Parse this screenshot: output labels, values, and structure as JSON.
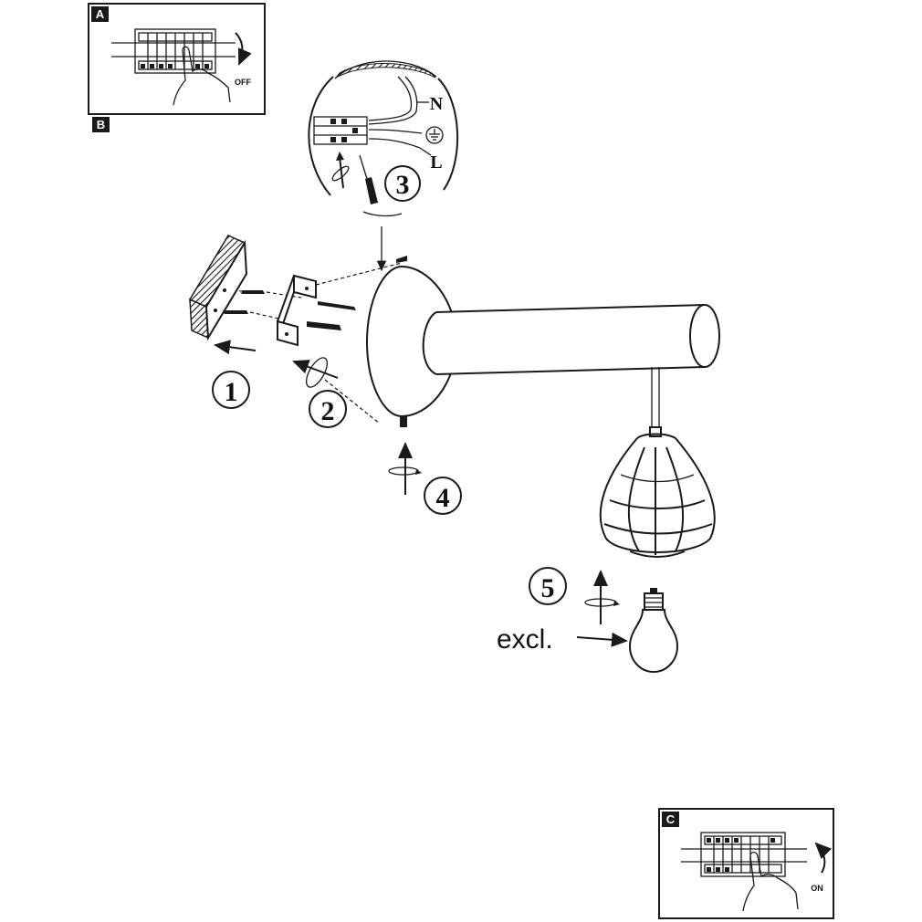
{
  "panels": {
    "a": {
      "letter": "A",
      "switch_label": "OFF"
    },
    "b": {
      "letter": "B"
    },
    "c": {
      "letter": "C",
      "switch_label": "ON"
    }
  },
  "wiring": {
    "labels": [
      "N",
      "L"
    ],
    "ground_symbol": "earth-ground"
  },
  "steps": [
    {
      "number": "1"
    },
    {
      "number": "2"
    },
    {
      "number": "3"
    },
    {
      "number": "4"
    },
    {
      "number": "5"
    }
  ],
  "bulb_note": "excl."
}
